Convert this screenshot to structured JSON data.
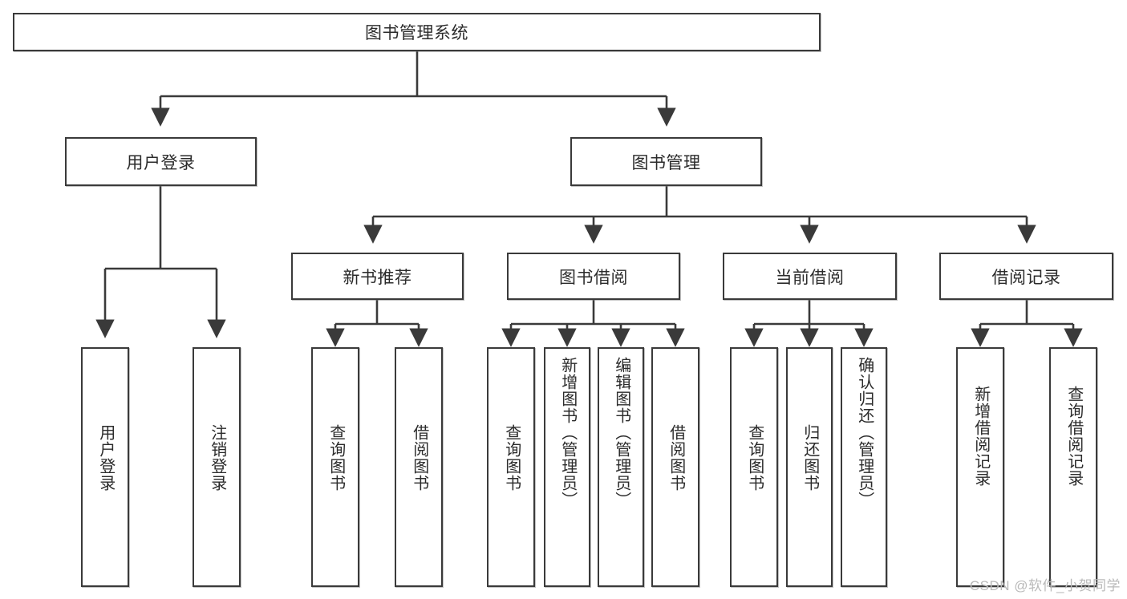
{
  "diagram": {
    "type": "tree-hierarchy-chart",
    "title_node": {
      "label": "图书管理系统"
    },
    "level2": [
      {
        "id": "user-login",
        "label": "用户登录"
      },
      {
        "id": "book-management",
        "label": "图书管理"
      }
    ],
    "level3": [
      {
        "id": "new-book-recommend",
        "label": "新书推荐"
      },
      {
        "id": "book-borrow",
        "label": "图书借阅"
      },
      {
        "id": "current-borrow",
        "label": "当前借阅"
      },
      {
        "id": "borrow-record",
        "label": "借阅记录"
      }
    ],
    "leaves": {
      "user_login": [
        {
          "id": "leaf-user-login",
          "label": "用户登录"
        },
        {
          "id": "leaf-logout-login",
          "label": "注销登录"
        }
      ],
      "new_book_recommend": [
        {
          "id": "leaf-query-book-1",
          "label": "查询图书"
        },
        {
          "id": "leaf-borrow-book-1",
          "label": "借阅图书"
        }
      ],
      "book_borrow": [
        {
          "id": "leaf-query-book-2",
          "label": "查询图书"
        },
        {
          "id": "leaf-add-book-admin",
          "label": "新增图书（管理员）"
        },
        {
          "id": "leaf-edit-book-admin",
          "label": "编辑图书（管理员）"
        },
        {
          "id": "leaf-borrow-book-2",
          "label": "借阅图书"
        }
      ],
      "current_borrow": [
        {
          "id": "leaf-query-book-3",
          "label": "查询图书"
        },
        {
          "id": "leaf-return-book",
          "label": "归还图书"
        },
        {
          "id": "leaf-confirm-return-admin",
          "label": "确认归还（管理员）"
        }
      ],
      "borrow_record": [
        {
          "id": "leaf-add-borrow-record",
          "label": "新增借阅记录"
        },
        {
          "id": "leaf-query-borrow-record",
          "label": "查询借阅记录"
        }
      ]
    }
  },
  "watermark": {
    "text": "CSDN @软件_小贺同学"
  },
  "colors": {
    "stroke": "#3a3a3a",
    "text": "#2b2b2b",
    "background": "#ffffff",
    "watermark": "#b9b9b9"
  }
}
